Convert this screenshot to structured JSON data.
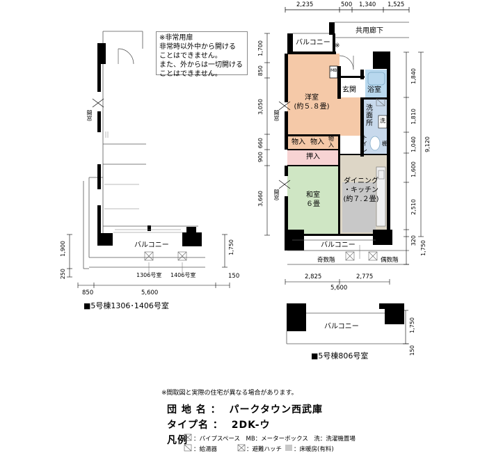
{
  "top_dims": [
    "2,235",
    "500",
    "1,340",
    "1,525"
  ],
  "left_plan": {
    "caption": "■5号棟1306･1406号室",
    "balcony": "バルコニー",
    "rooms_below": [
      "1306号室",
      "1406号室"
    ],
    "bottom_dims": [
      "850",
      "5,600",
      "150"
    ],
    "left_dims": [
      "1,900",
      "250"
    ],
    "right_dim": "1,750",
    "window_label": "開窓"
  },
  "notice": {
    "lines": [
      "※非常用扉",
      "非常時以外中から開ける",
      "ことはできません。",
      "また、外からは一切開ける",
      "ことはできません。"
    ]
  },
  "main_plan": {
    "common_corridor": "共用廊下",
    "balcony_top": "バルコニー",
    "star_mark": "※",
    "mb": "MB",
    "entrance": "玄関",
    "bath": "浴室",
    "washroom": "洗面所",
    "wash_mark": "洗",
    "toilet": "トイレ",
    "shelf": "棚",
    "western_room": "洋室",
    "western_size": "(約５.８畳)",
    "storage1": "物入",
    "storage2": "物入",
    "storage3": "物入",
    "closet": "押入",
    "japanese_room": "和室",
    "japanese_size": "６畳",
    "dining": "ダイニング",
    "kitchen": "・キッチン",
    "dining_size": "(約７.２畳)",
    "balcony_bottom": "バルコニー",
    "odd_floor": "奇数階",
    "even_floor": "偶数階",
    "window_label": "開窓",
    "left_dims": [
      "1,700",
      "850",
      "3,050",
      "660",
      "900",
      "3,660"
    ],
    "right_dims": [
      "1,840",
      "1,810",
      "1,040",
      "1,600",
      "2,510",
      "320",
      "1,750"
    ],
    "total_height": "9,120",
    "bottom_dims": [
      "2,825",
      "2,775",
      "5,600"
    ]
  },
  "lower_plan": {
    "balcony": "バルコニー",
    "right_dim": "1,750",
    "bottom_dim": "150",
    "caption": "■5号棟806号室"
  },
  "footer": {
    "disclaimer": "※間取図と実際の住宅が異なる場合があります。",
    "complex_label": "団 地 名 ：",
    "complex_value": "パークタウン西武庫",
    "type_label": "タイプ名 ：",
    "type_value": "2DK-ウ",
    "legend_title": "凡例",
    "legend_row1": "：パイプスペース　MB：メーターボックス　洗：洗濯機置場",
    "legend_row2_a": "：給湯器",
    "legend_row2_b": "：避難ハッチ",
    "legend_row2_c": "：床暖房(有料)"
  },
  "colors": {
    "western_room": "#f5c9a8",
    "japanese_room": "#cfe6c4",
    "dining": "#ddd6c6",
    "closet": "#f7d3d3",
    "storage": "#f5c9a8",
    "bath": "#b8d8ee",
    "washroom": "#c8d9ec",
    "wall": "#000000",
    "floor_heating": "#c8c8c8"
  }
}
